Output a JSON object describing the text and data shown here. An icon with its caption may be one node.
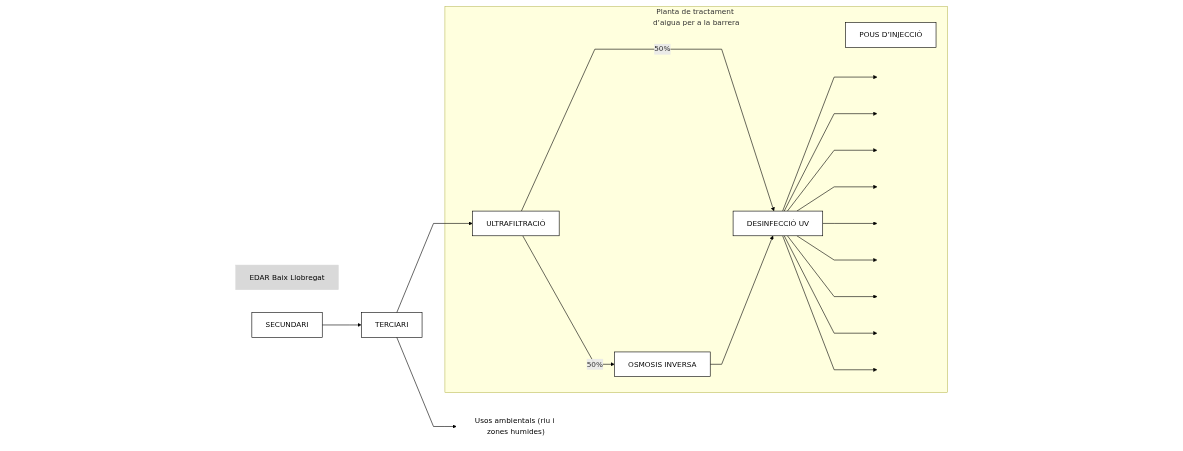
{
  "diagram": {
    "nodes": [
      {
        "text": [
          "EDAR Baix Llobregat"
        ]
      },
      {
        "text": [
          "SECUNDARI"
        ]
      },
      {
        "text": [
          "TERCIARI"
        ]
      },
      {
        "text": [
          "Usos ambientals (riu i zones humides)"
        ]
      },
      {
        "text": [
          "Planta de tractament d’aigua per a la barrera"
        ]
      },
      {
        "text": [
          "ULTRAFILTRACIÓ"
        ],
        "in": 4
      },
      {
        "text": [
          "OSMOSIS INVERSA"
        ],
        "in": 4
      },
      {
        "text": [
          "DESINFECCIÓ UV"
        ],
        "in": 4
      },
      {
        "text": [
          "POUS D’INJECCIÓ"
        ],
        "in": 4
      }
    ],
    "edges": [
      {
        "from": 1,
        "to": 2,
        "arrow": "to"
      },
      {
        "from": 2,
        "to": 3,
        "arrow": "to"
      },
      {
        "from": 2,
        "to": 5,
        "arrow": "to"
      },
      {
        "from": 5,
        "to": 7,
        "label": "50%",
        "arrow": "to"
      },
      {
        "from": 5,
        "to": 6,
        "label": "50%",
        "arrow": "to"
      },
      {
        "from": 6,
        "to": 7,
        "arrow": "to"
      },
      {
        "from": 7,
        "to": null,
        "arrow": "to"
      },
      {
        "from": 7,
        "to": null,
        "arrow": "to"
      },
      {
        "from": 7,
        "to": null,
        "arrow": "to"
      },
      {
        "from": 7,
        "to": null,
        "arrow": "to"
      },
      {
        "from": 7,
        "to": null,
        "arrow": "to"
      },
      {
        "from": 7,
        "to": null,
        "arrow": "to"
      },
      {
        "from": 7,
        "to": null,
        "arrow": "to"
      },
      {
        "from": 7,
        "to": null,
        "arrow": "to"
      },
      {
        "from": 7,
        "to": null,
        "arrow": "to"
      }
    ]
  }
}
